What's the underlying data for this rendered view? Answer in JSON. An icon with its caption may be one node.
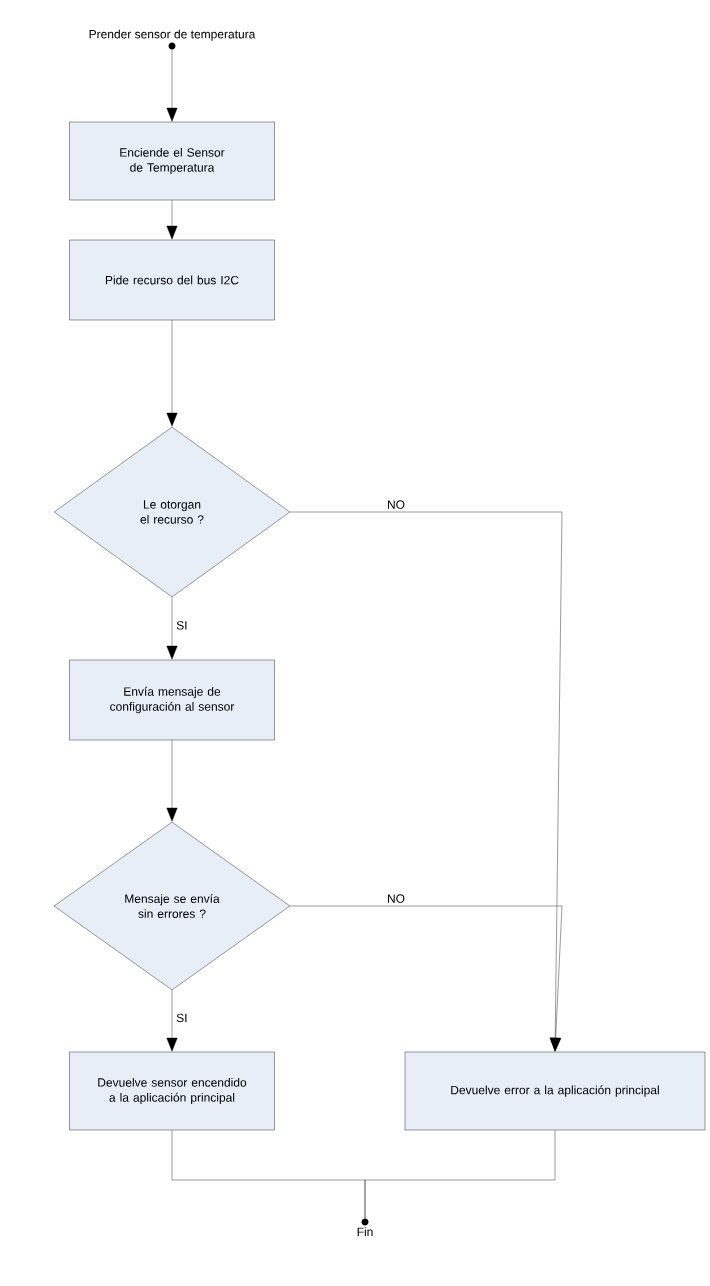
{
  "diagram": {
    "nodes": [
      {
        "text": [
          "Prender sensor de temperatura"
        ]
      },
      {
        "text": [
          "Enciende el Sensor de Temperatura"
        ]
      },
      {
        "text": [
          "Pide recurso del bus I2C"
        ]
      },
      {
        "text": [
          "Le otorgan el recurso ?"
        ]
      },
      {
        "text": [
          "Envía mensaje de configuración al sensor"
        ]
      },
      {
        "text": [
          "Mensaje se envía sin errores ?"
        ]
      },
      {
        "text": [
          "Devuelve sensor encendido a la aplicación principal"
        ]
      },
      {
        "text": [
          "Devuelve error a la aplicación principal"
        ]
      },
      {
        "text": [
          "Fin"
        ]
      }
    ],
    "edges": [
      {
        "from": 0,
        "to": 1,
        "arrow": "to"
      },
      {
        "from": 1,
        "to": 2,
        "arrow": "to"
      },
      {
        "from": 2,
        "to": 3,
        "arrow": "to"
      },
      {
        "from": 3,
        "to": 4,
        "arrow": "to",
        "label": "SI"
      },
      {
        "from": 3,
        "to": 7,
        "arrow": "to",
        "label": "NO"
      },
      {
        "from": 4,
        "to": 5,
        "arrow": "to"
      },
      {
        "from": 5,
        "to": 6,
        "arrow": "to",
        "label": "SI"
      },
      {
        "from": 5,
        "to": 7,
        "arrow": "to",
        "label": "NO"
      },
      {
        "from": 6,
        "to": 8,
        "arrow": "none"
      },
      {
        "from": 7,
        "to": 8,
        "arrow": "none"
      }
    ]
  }
}
